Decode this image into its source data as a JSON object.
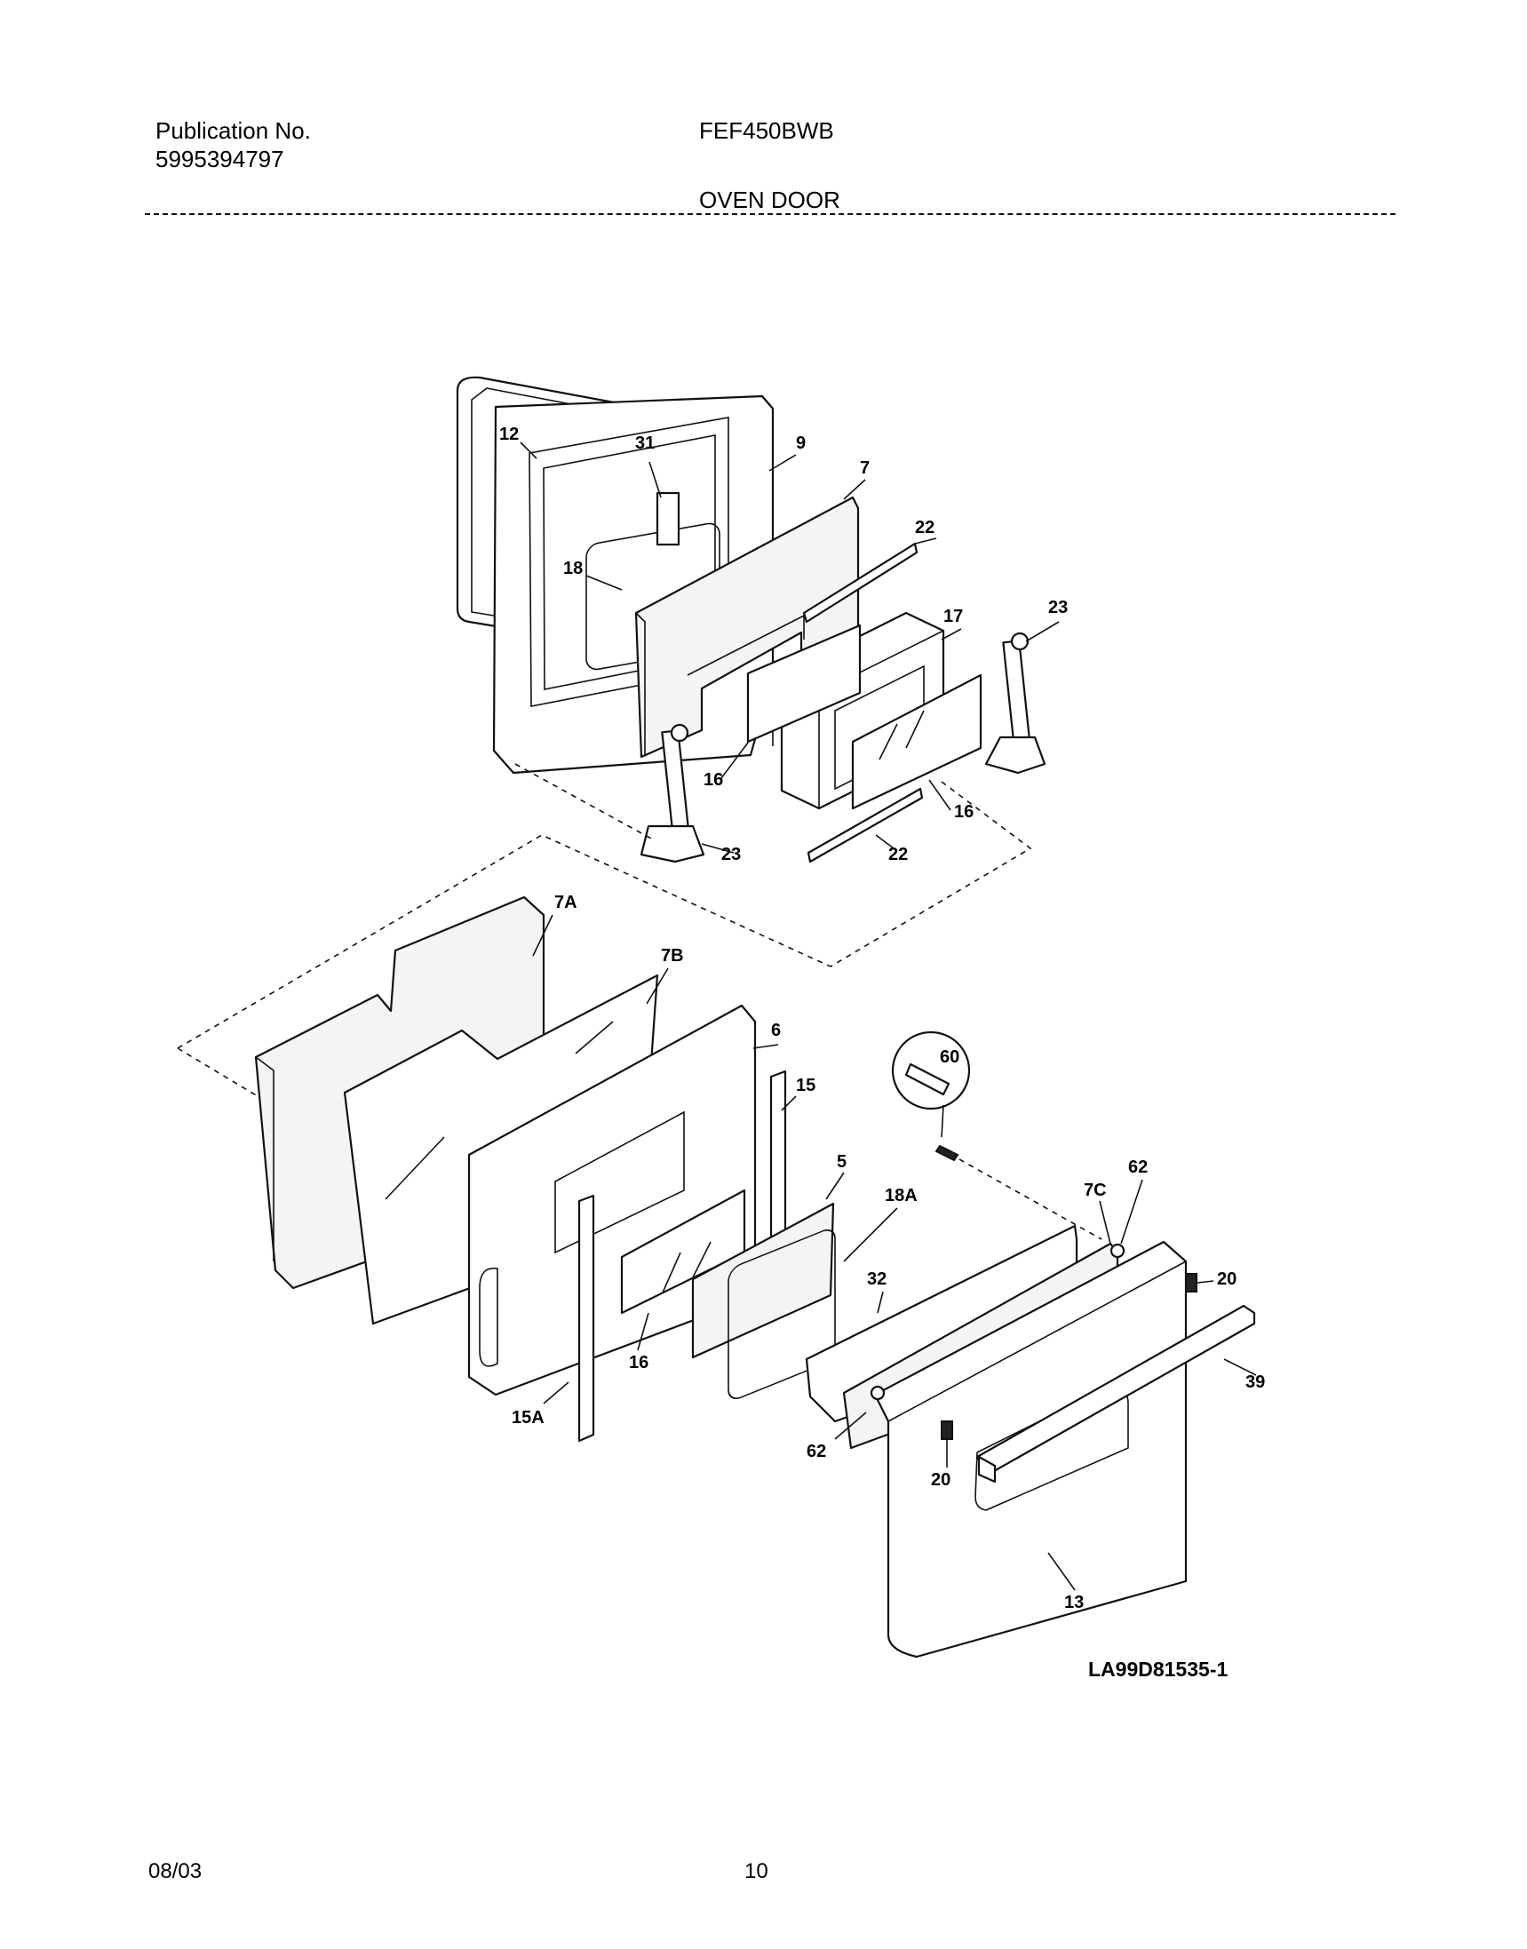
{
  "header": {
    "publication_label": "Publication No.",
    "publication_number": "5995394797",
    "model": "FEF450BWB",
    "section_title": "OVEN DOOR"
  },
  "callouts": [
    "12",
    "31",
    "9",
    "7",
    "22",
    "17",
    "23",
    "18",
    "16",
    "16",
    "23",
    "22",
    "7A",
    "7B",
    "6",
    "60",
    "15",
    "5",
    "18A",
    "62",
    "7C",
    "20",
    "32",
    "39",
    "16",
    "15A",
    "62",
    "20",
    "13"
  ],
  "figure_code": "LA99D81535-1",
  "footer": {
    "date": "08/03",
    "page": "10"
  }
}
